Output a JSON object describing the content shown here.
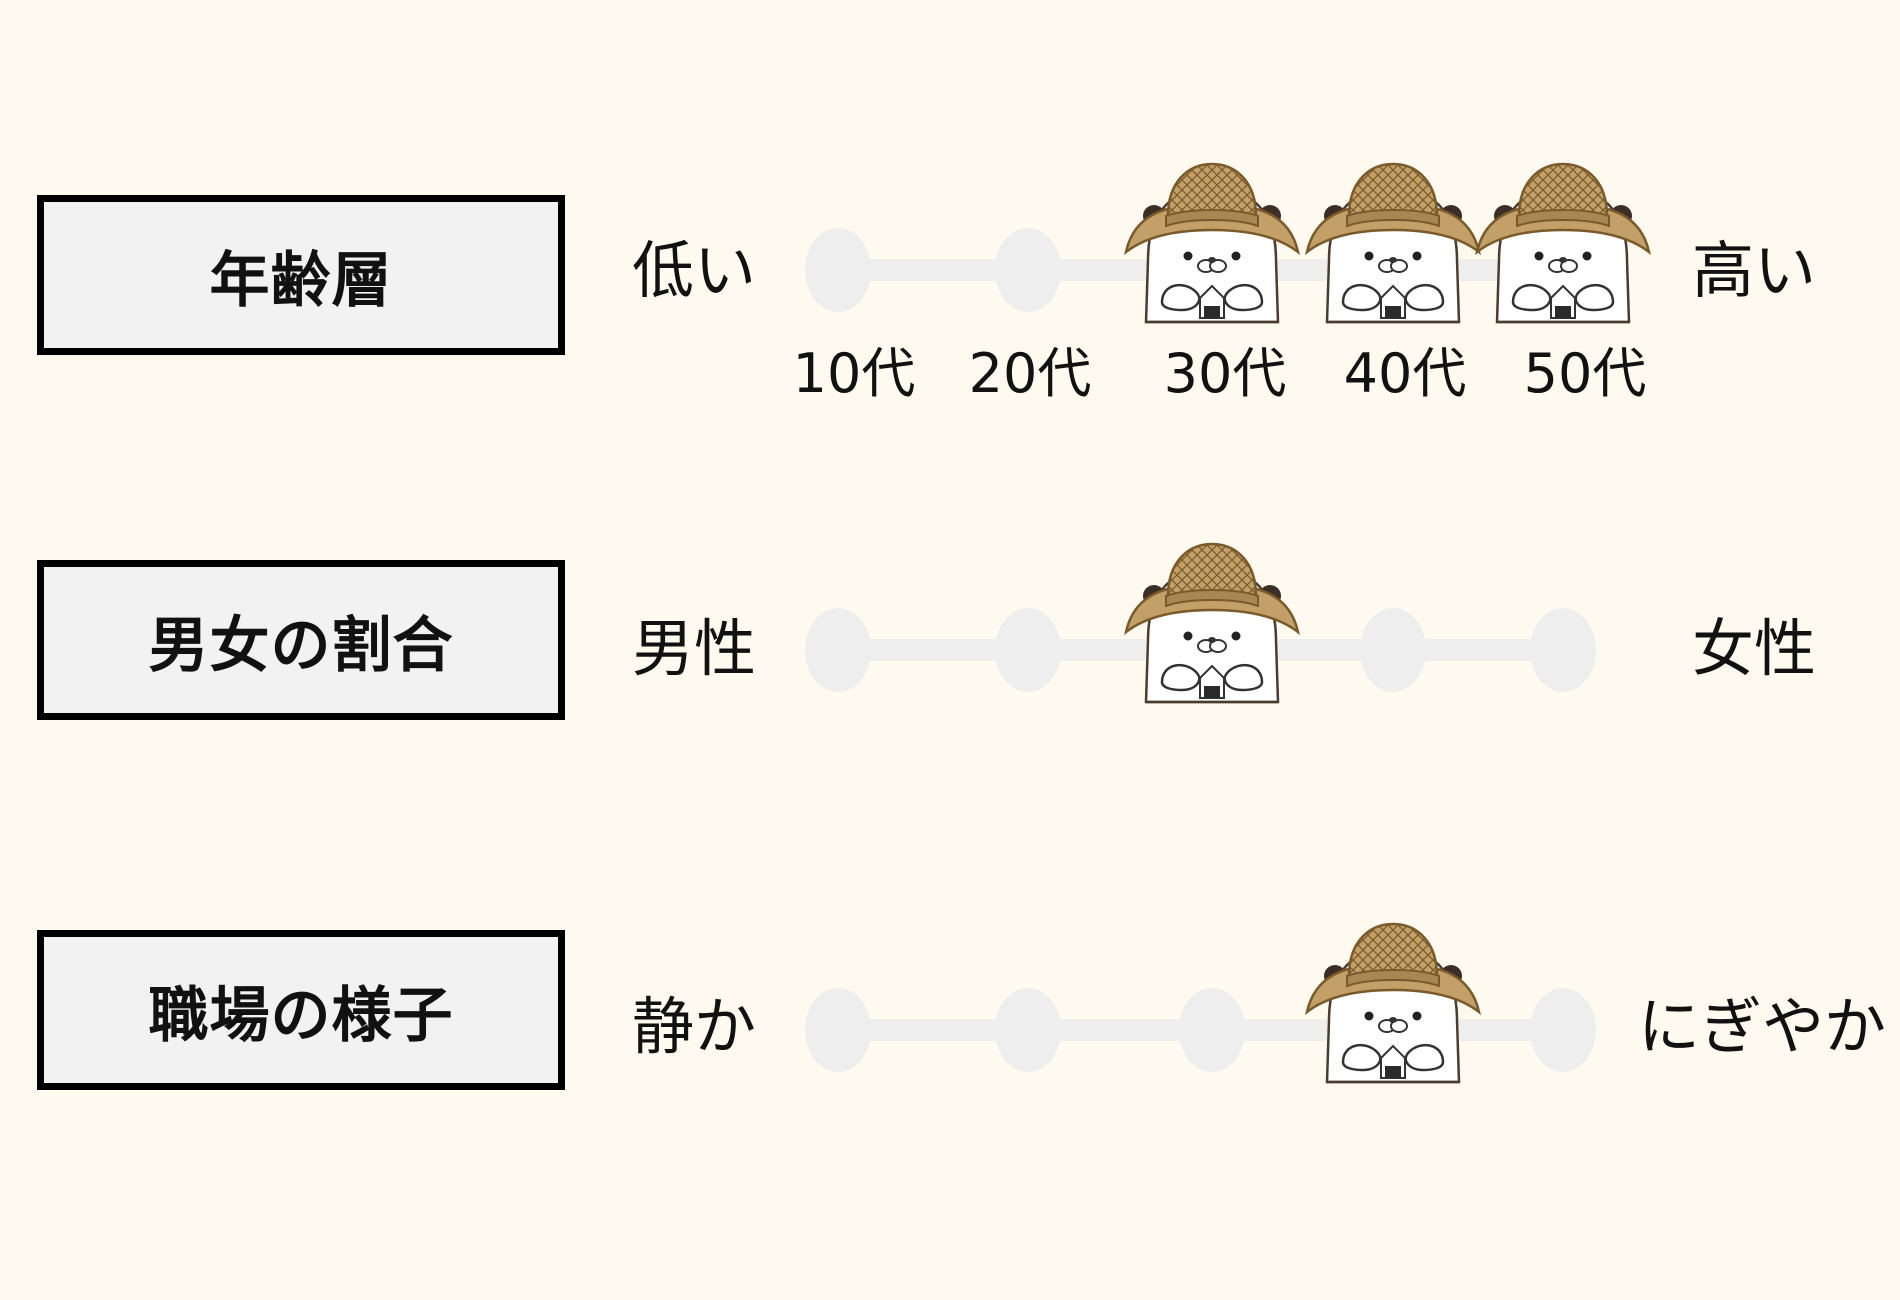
{
  "rows": [
    {
      "label": "年齢層",
      "left": "低い",
      "right": "高い",
      "ticks": [
        "10代",
        "20代",
        "30代",
        "40代",
        "50代"
      ],
      "selected": [
        2,
        3,
        4
      ]
    },
    {
      "label": "男女の割合",
      "left": "男性",
      "right": "女性",
      "ticks": [],
      "selected": [
        2
      ]
    },
    {
      "label": "職場の様子",
      "left": "静か",
      "right": "にぎやか",
      "ticks": [],
      "selected": [
        3
      ]
    }
  ],
  "scale_points": 5,
  "colors": {
    "background": "#fefaef",
    "box_fill": "#f2f2f2",
    "box_border": "#000000",
    "track": "#eeeeee",
    "hat": "#b9955a",
    "hat_dark": "#7a5a2b"
  },
  "marker_icon": "otter-with-hat-icon"
}
